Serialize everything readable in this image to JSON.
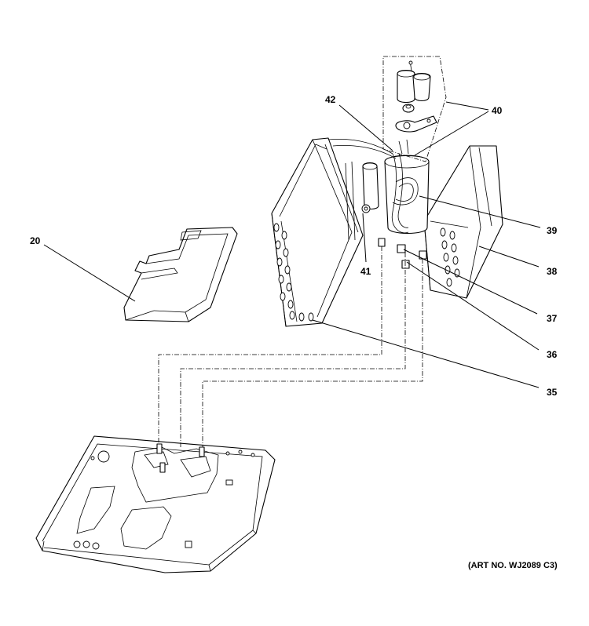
{
  "art_number": "(ART NO. WJ2089 C3)",
  "callouts": [
    {
      "id": "c20",
      "label": "20"
    },
    {
      "id": "c35",
      "label": "35"
    },
    {
      "id": "c36",
      "label": "36"
    },
    {
      "id": "c37",
      "label": "37"
    },
    {
      "id": "c38",
      "label": "38"
    },
    {
      "id": "c39",
      "label": "39"
    },
    {
      "id": "c40",
      "label": "40"
    },
    {
      "id": "c41",
      "label": "41"
    },
    {
      "id": "c42",
      "label": "42"
    }
  ]
}
